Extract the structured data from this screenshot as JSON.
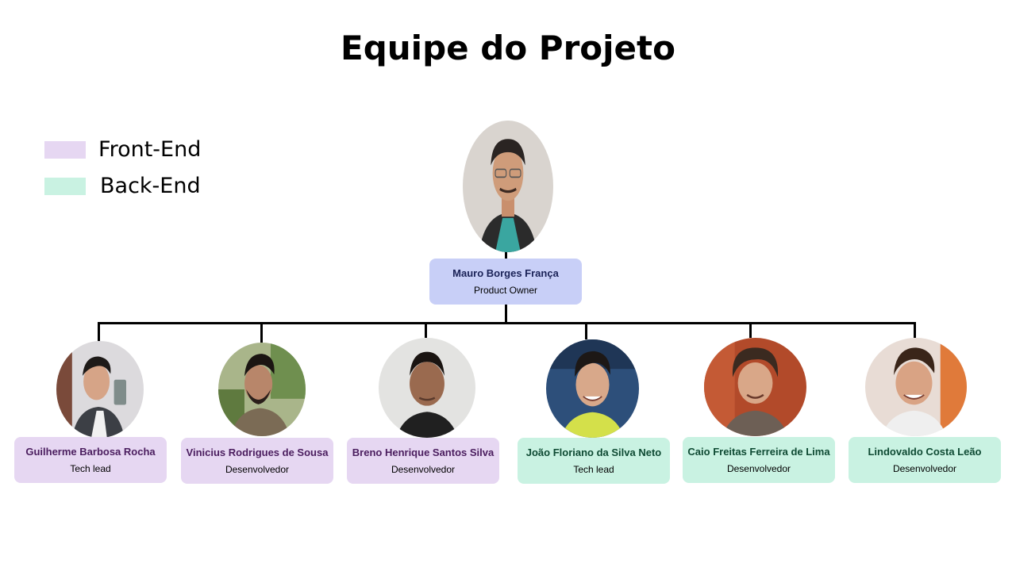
{
  "title": "Equipe do Projeto",
  "legend": [
    {
      "label": "Front-End",
      "color": "#e6d7f2"
    },
    {
      "label": "Back-End",
      "color": "#c9f2e2"
    }
  ],
  "root": {
    "name": "Mauro Borges França",
    "role": "Product Owner",
    "team": "product-owner",
    "color": "#c8cff7"
  },
  "members": [
    {
      "name": "Guilherme Barbosa Rocha",
      "role": "Tech  lead",
      "team": "Front-End"
    },
    {
      "name": "Vinicius Rodrigues de Sousa",
      "role": "Desenvolvedor",
      "team": "Front-End"
    },
    {
      "name": "Breno Henrique Santos Silva",
      "role": "Desenvolvedor",
      "team": "Front-End"
    },
    {
      "name": "João Floriano da Silva Neto",
      "role": "Tech  lead",
      "team": "Back-End"
    },
    {
      "name": "Caio Freitas Ferreira de Lima",
      "role": "Desenvolvedor",
      "team": "Back-End"
    },
    {
      "name": "Lindovaldo Costa Leão",
      "role": "Desenvolvedor",
      "team": "Back-End"
    }
  ]
}
